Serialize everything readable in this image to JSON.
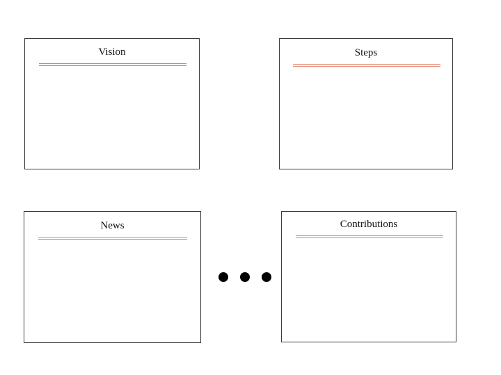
{
  "panels": {
    "vision": {
      "title": "Vision"
    },
    "steps": {
      "title": "Steps"
    },
    "news": {
      "title": "News"
    },
    "contributions": {
      "title": "Contributions"
    }
  },
  "colors": {
    "border": "#3a3a3a",
    "accent_rule": "#e0826a",
    "ellipsis_dots": "#000000"
  },
  "ellipsis": {
    "dot_count": 3
  }
}
